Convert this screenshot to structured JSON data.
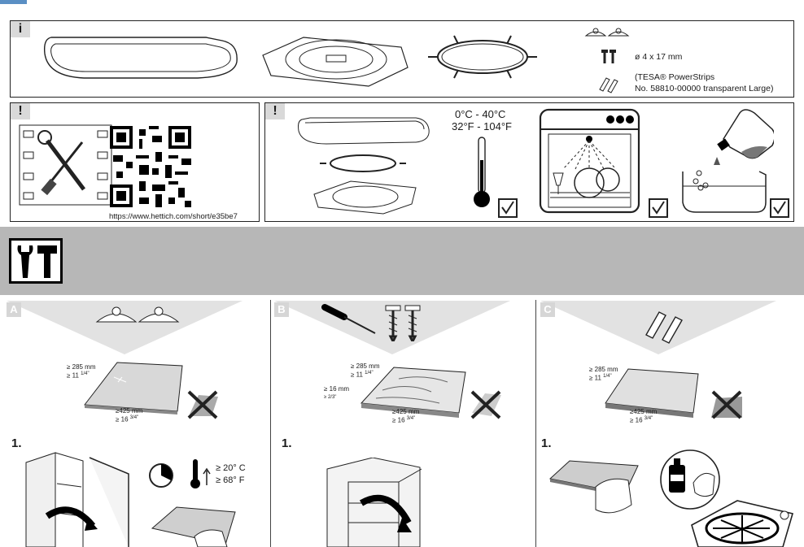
{
  "info_panel": {
    "tag": "i",
    "dimension": "ø 4 x 17 mm",
    "powerstrips_line1": "(TESA® PowerStrips",
    "powerstrips_line2": "No. 58810-00000 transparent Large)"
  },
  "warning_tools": {
    "tag": "!",
    "url": "https://www.hettich.com/short/e35be7"
  },
  "warning_temp": {
    "tag": "!",
    "temp_c": "0°C - 40°C",
    "temp_f": "32°F - 104°F"
  },
  "steps": [
    {
      "letter": "A",
      "dim_w1": "≥ 285 mm",
      "dim_w2": "≥ 11",
      "dim_w2_frac": "1/4\"",
      "dim_l1": "≥425 mm",
      "dim_l2": "≥ 16",
      "dim_l2_frac": "3/4\"",
      "step": "1.",
      "temp_c": "≥ 20° C",
      "temp_f": "≥ 68° F"
    },
    {
      "letter": "B",
      "dim_w1": "≥ 285 mm",
      "dim_w2": "≥ 11",
      "dim_w2_frac": "1/4\"",
      "dim_t1": "≥ 16 mm",
      "dim_t2": "≥ 2/3\"",
      "dim_l1": "≥425 mm",
      "dim_l2": "≥ 16",
      "dim_l2_frac": "3/4\"",
      "step": "1."
    },
    {
      "letter": "C",
      "dim_w1": "≥ 285 mm",
      "dim_w2": "≥ 11",
      "dim_w2_frac": "1/4\"",
      "dim_l1": "≥425 mm",
      "dim_l2": "≥ 16",
      "dim_l2_frac": "3/4\"",
      "step": "1."
    }
  ],
  "colors": {
    "banner": "#b7b7b7",
    "tag_bg": "#d9d9d9",
    "step_triangle": "#e2e2e2"
  }
}
